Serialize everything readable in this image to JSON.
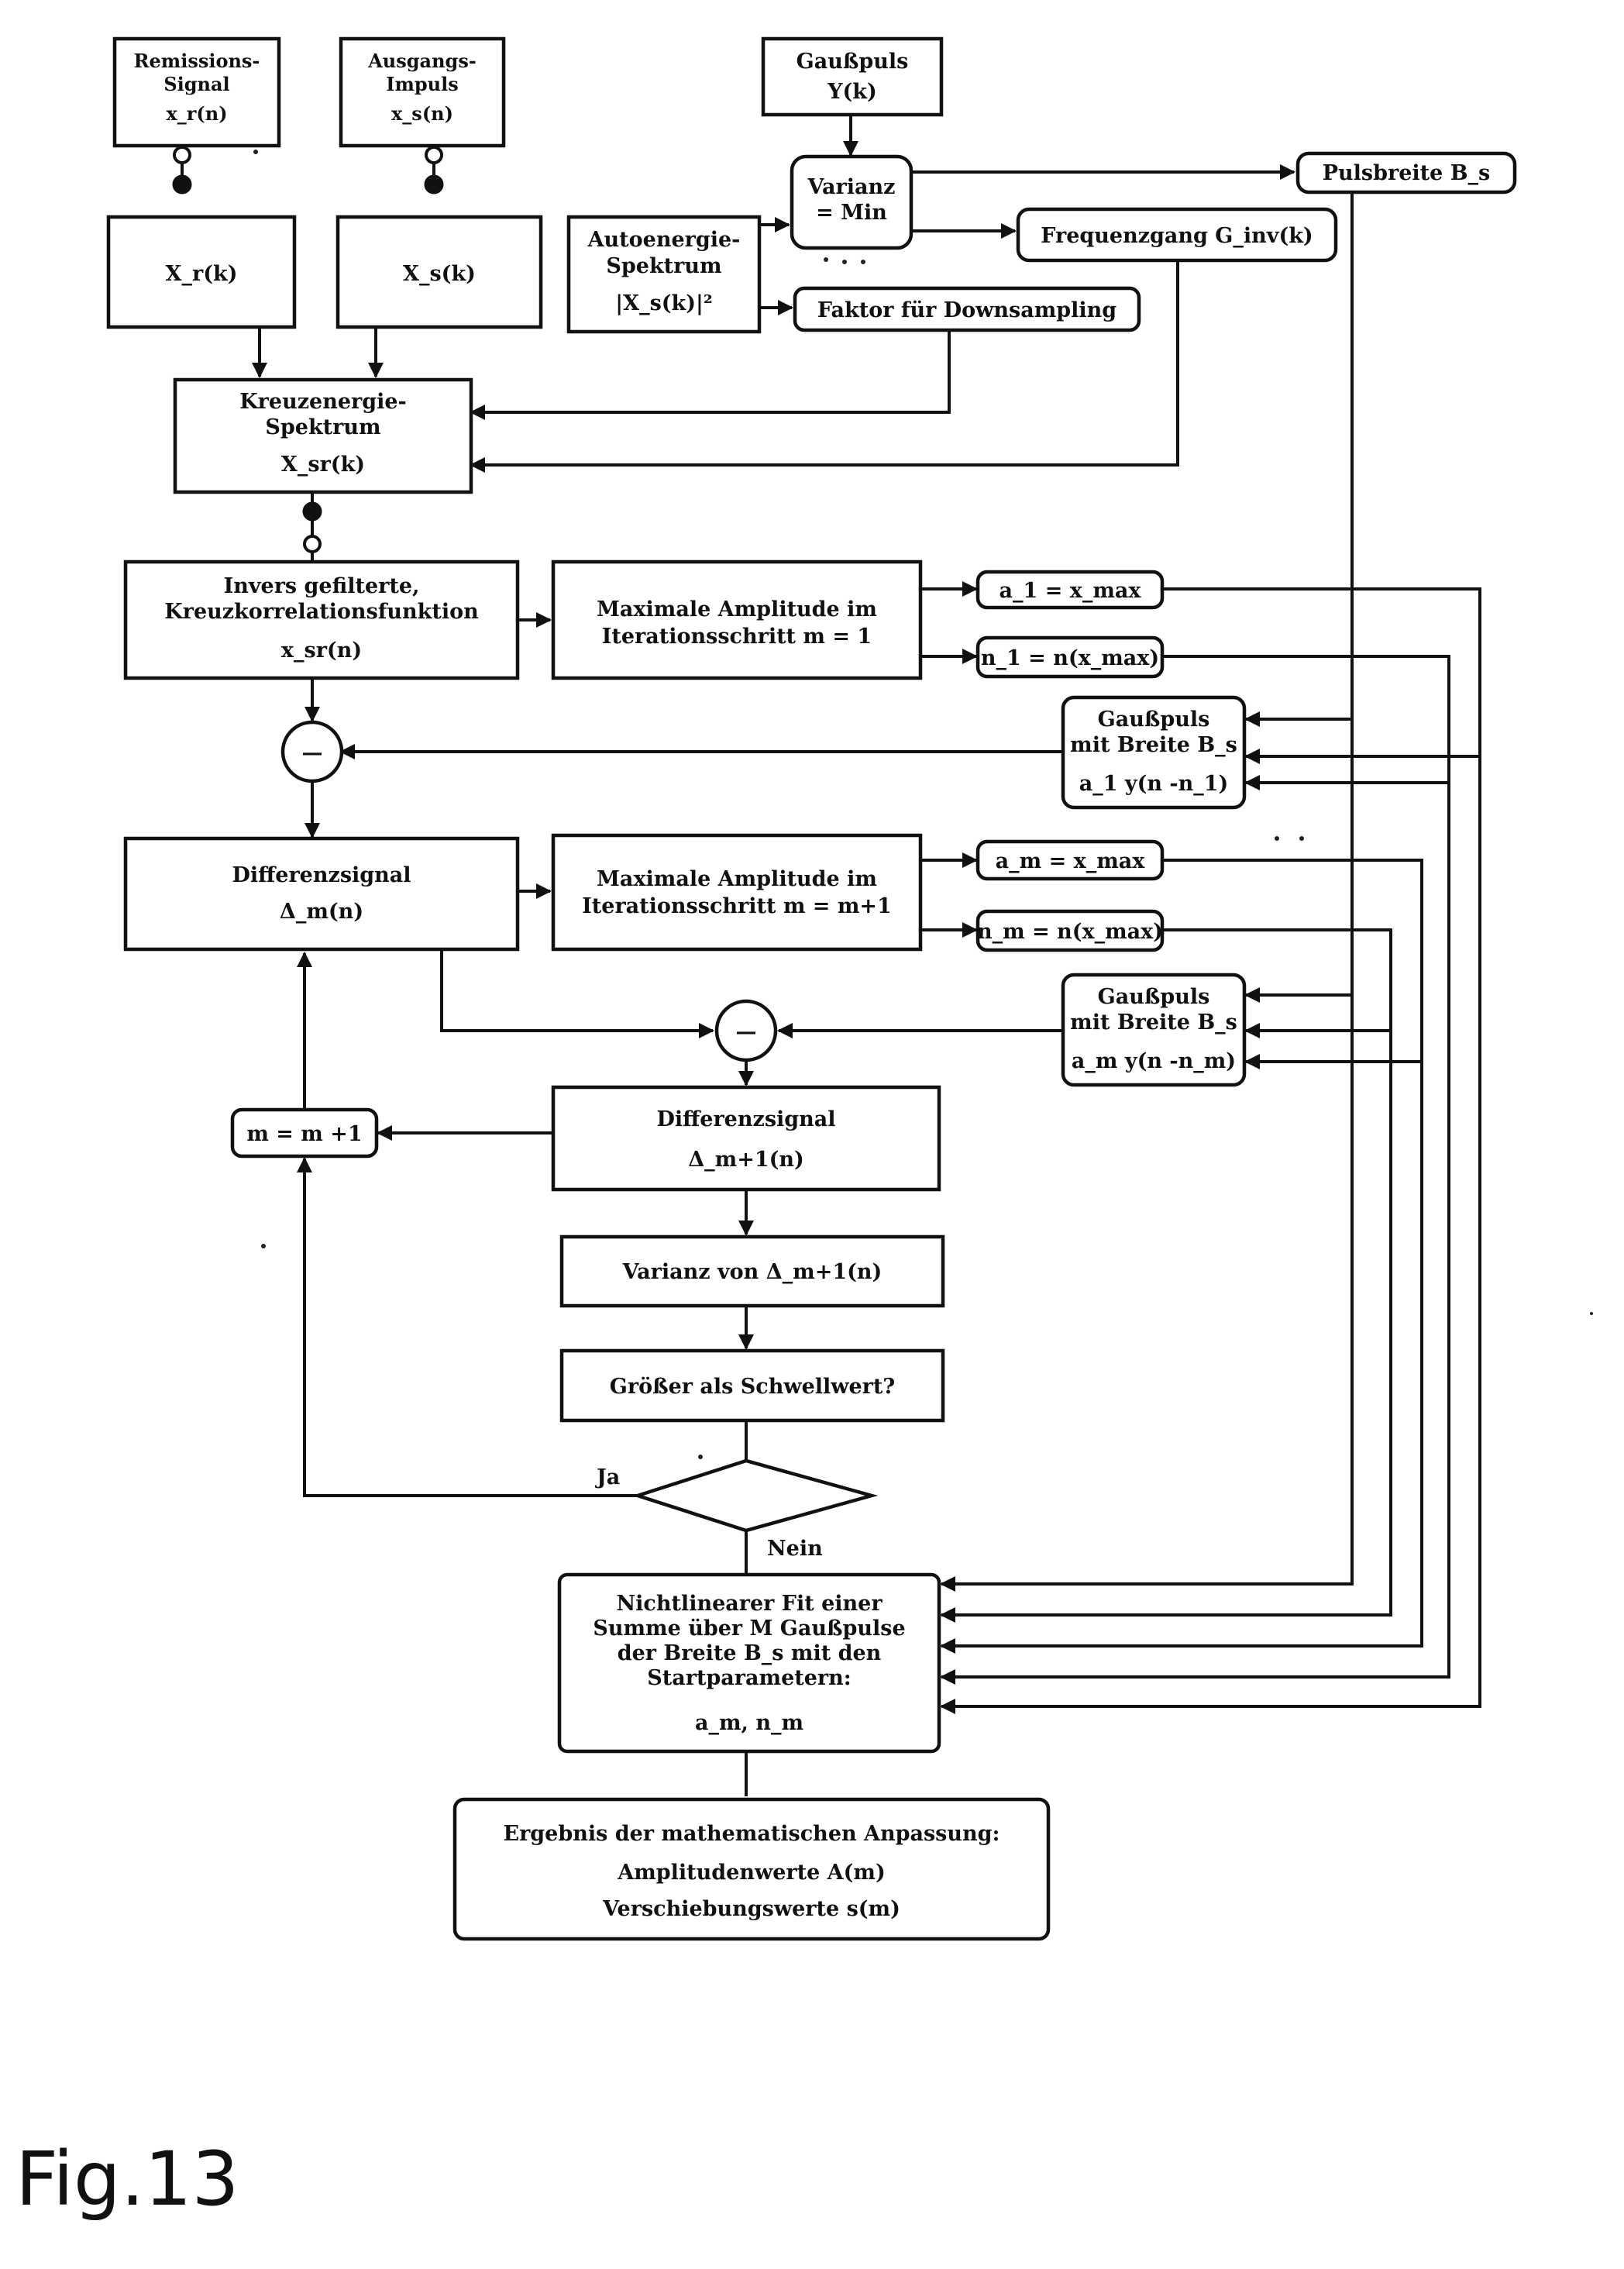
{
  "figure_label": "Fig.13",
  "boxes": {
    "remission": {
      "line1": "Remissions-",
      "line2": "Signal",
      "line3": "x_r(n)"
    },
    "ausgang": {
      "line1": "Ausgangs-",
      "line2": "Impuls",
      "line3": "x_s(n)"
    },
    "gausspuls_top": {
      "line1": "Gaußpuls",
      "line2": "Y(k)"
    },
    "varianz_min": {
      "line1": "Varianz",
      "line2": "= Min"
    },
    "pulsbreite": {
      "label": "Pulsbreite B_s"
    },
    "xr_k": {
      "label": "X_r(k)"
    },
    "xs_k": {
      "label": "X_s(k)"
    },
    "autoenergie": {
      "line1": "Autoenergie-",
      "line2": "Spektrum",
      "line3": "|X_s(k)|²"
    },
    "frequenzgang": {
      "label": "Frequenzgang G_inv(k)"
    },
    "faktor": {
      "label": "Faktor für Downsampling"
    },
    "kreuzenergie": {
      "line1": "Kreuzenergie-",
      "line2": "Spektrum",
      "line3": "X_sr(k)"
    },
    "invers": {
      "line1": "Invers gefilterte,",
      "line2": "Kreuzkorrelationsfunktion",
      "line3": "x_sr(n)"
    },
    "max_amp_1": {
      "line1": "Maximale Amplitude im",
      "line2": "Iterationsschritt m = 1"
    },
    "a1": {
      "label": "a_1 = x_max"
    },
    "n1": {
      "label": "n_1 = n(x_max)"
    },
    "gauss_1": {
      "line1": "Gaußpuls",
      "line2": "mit Breite B_s",
      "line3": "a_1 y(n -n_1)"
    },
    "differenz_m": {
      "line1": "Differenzsignal",
      "line2": "Δ_m(n)"
    },
    "max_amp_m": {
      "line1": "Maximale Amplitude im",
      "line2": "Iterationsschritt m = m+1"
    },
    "am": {
      "label": "a_m = x_max"
    },
    "nm": {
      "label": "n_m = n(x_max)"
    },
    "gauss_m": {
      "line1": "Gaußpuls",
      "line2": "mit Breite B_s",
      "line3": "a_m y(n -n_m)"
    },
    "increment": {
      "label": "m = m +1"
    },
    "differenz_m1": {
      "line1": "Differenzsignal",
      "line2": "Δ_m+1(n)"
    },
    "varianz_von": {
      "label": "Varianz von Δ_m+1(n)"
    },
    "groesser": {
      "label": "Größer als Schwellwert?"
    },
    "fit": {
      "line1": "Nichtlinearer Fit einer",
      "line2": "Summe über M Gaußpulse",
      "line3": "der Breite B_s mit den",
      "line4": "Startparametern:",
      "line5": "a_m, n_m"
    },
    "ergebnis": {
      "line1": "Ergebnis der mathematischen Anpassung:",
      "line2": "Amplitudenwerte A(m)",
      "line3": "Verschiebungswerte s(m)"
    }
  },
  "decision": {
    "yes": "Ja",
    "no": "Nein"
  },
  "symbols": {
    "minus": "—"
  }
}
